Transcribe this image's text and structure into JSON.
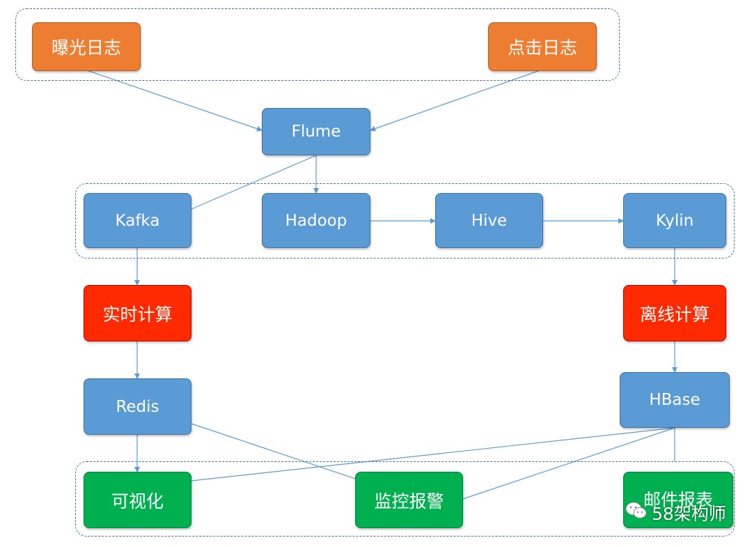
{
  "nodes": {
    "exposure_log": "曝光日志",
    "click_log": "点击日志",
    "flume": "Flume",
    "kafka": "Kafka",
    "hadoop": "Hadoop",
    "hive": "Hive",
    "kylin": "Kylin",
    "realtime_compute": "实时计算",
    "offline_compute": "离线计算",
    "redis": "Redis",
    "hbase": "HBase",
    "visualization": "可视化",
    "monitoring_alert": "监控报警",
    "email_report": "邮件报表"
  },
  "edges": [
    {
      "from": "exposure_log",
      "to": "flume"
    },
    {
      "from": "click_log",
      "to": "flume"
    },
    {
      "from": "flume",
      "to": "kafka"
    },
    {
      "from": "flume",
      "to": "hadoop"
    },
    {
      "from": "hadoop",
      "to": "hive"
    },
    {
      "from": "hive",
      "to": "kylin"
    },
    {
      "from": "kafka",
      "to": "realtime_compute"
    },
    {
      "from": "kylin",
      "to": "offline_compute"
    },
    {
      "from": "realtime_compute",
      "to": "redis"
    },
    {
      "from": "offline_compute",
      "to": "hbase"
    },
    {
      "from": "redis",
      "to": "visualization"
    },
    {
      "from": "redis",
      "to": "monitoring_alert"
    },
    {
      "from": "hbase",
      "to": "visualization"
    },
    {
      "from": "hbase",
      "to": "monitoring_alert"
    },
    {
      "from": "hbase",
      "to": "email_report"
    }
  ],
  "watermark": "58架构师",
  "colors": {
    "blue": "#5b9bd5",
    "orange": "#ed7d31",
    "red": "#ff2a00",
    "green": "#00b050",
    "edge": "#5b9bd5",
    "group_border": "#41719c"
  }
}
